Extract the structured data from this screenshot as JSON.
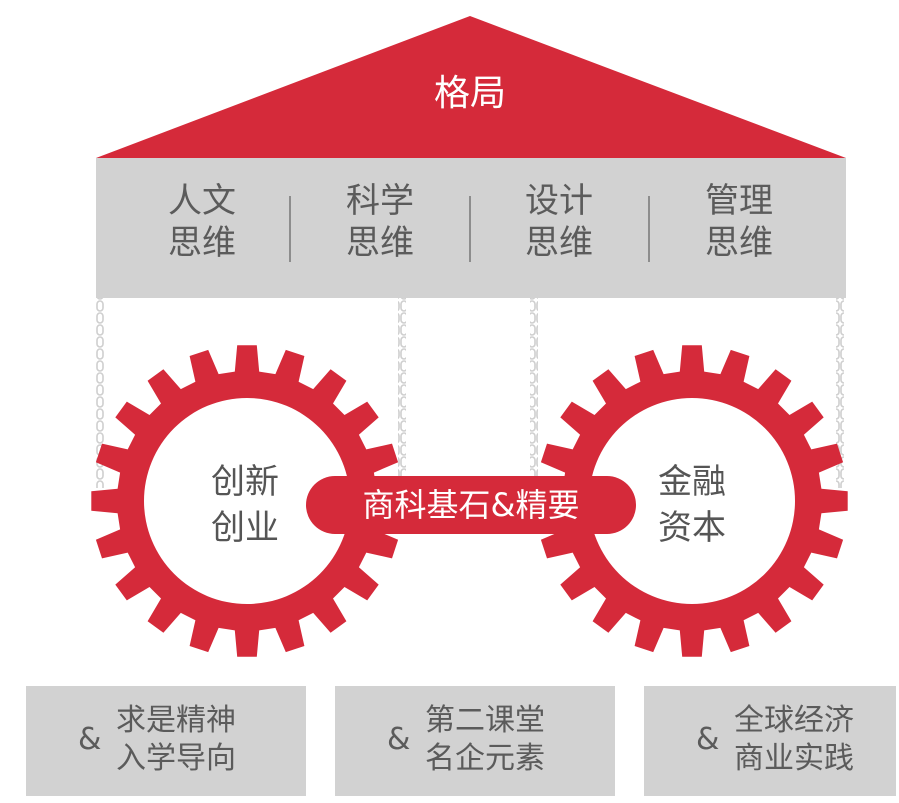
{
  "colors": {
    "accent": "#d52a3a",
    "panel": "#d2d2d2",
    "text": "#5b5b5b"
  },
  "roof": {
    "title": "格局"
  },
  "pillars": [
    {
      "line1": "人文",
      "line2": "思维"
    },
    {
      "line1": "科学",
      "line2": "思维"
    },
    {
      "line1": "设计",
      "line2": "思维"
    },
    {
      "line1": "管理",
      "line2": "思维"
    }
  ],
  "gears": {
    "left": {
      "line1": "创新",
      "line2": "创业"
    },
    "right": {
      "line1": "金融",
      "line2": "资本"
    },
    "link": "商科基石&精要"
  },
  "boxes": [
    {
      "prefix": "&",
      "line1": "求是精神",
      "line2": "入学导向"
    },
    {
      "prefix": "&",
      "line1": "第二课堂",
      "line2": "名企元素"
    },
    {
      "prefix": "&",
      "line1": "全球经济",
      "line2": "商业实践"
    }
  ]
}
